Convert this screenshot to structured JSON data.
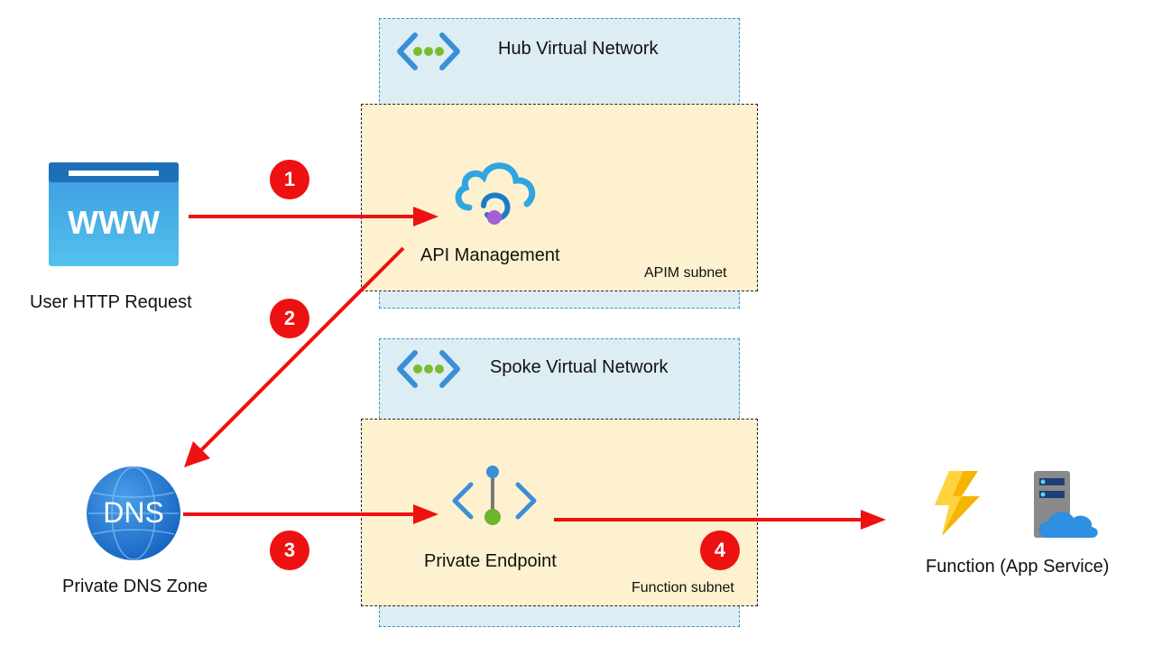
{
  "hub": {
    "title": "Hub Virtual Network",
    "subnet": "APIM subnet"
  },
  "spoke": {
    "title": "Spoke Virtual Network",
    "subnet": "Function subnet"
  },
  "nodes": {
    "user": "User HTTP Request",
    "www": "WWW",
    "apim": "API Management",
    "dns": "Private DNS Zone",
    "dns_text": "DNS",
    "pe": "Private Endpoint",
    "function": "Function (App Service)"
  },
  "steps": [
    "1",
    "2",
    "3",
    "4"
  ],
  "colors": {
    "arrow": "#ee1111",
    "vnet": "#dcedf4",
    "subnet": "#fdf1cf",
    "badge": "#ee1111"
  }
}
